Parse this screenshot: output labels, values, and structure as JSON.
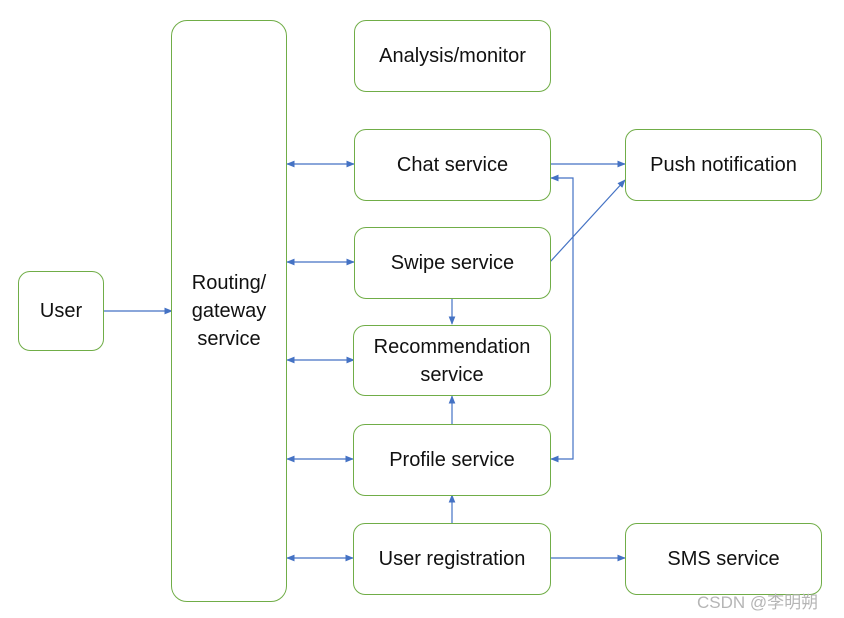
{
  "nodes": {
    "user": "User",
    "gateway": "Routing/\ngateway\nservice",
    "analysis": "Analysis/monitor",
    "chat": "Chat service",
    "swipe": "Swipe service",
    "recommendation": "Recommendation\nservice",
    "profile": "Profile service",
    "registration": "User registration",
    "push": "Push notification",
    "sms": "SMS service"
  },
  "colors": {
    "node_border": "#70ad47",
    "arrow": "#4472c4",
    "text": "#111111"
  },
  "watermark": "CSDN @李明朔"
}
